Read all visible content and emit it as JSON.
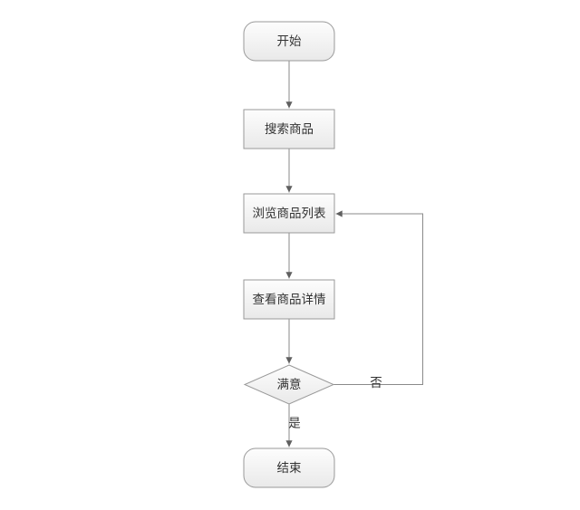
{
  "diagram": {
    "type": "flowchart",
    "background": "#ffffff",
    "colors": {
      "node_fill_top": "#fdfdfd",
      "node_fill_bottom": "#e9e9e9",
      "node_border": "#999999",
      "edge_line": "#8a8a8a",
      "arrowhead": "#5f5f5f",
      "text": "#333333"
    },
    "nodes": [
      {
        "id": "start",
        "shape": "rounded-rectangle",
        "label": "开始"
      },
      {
        "id": "search",
        "shape": "rectangle",
        "label": "搜索商品"
      },
      {
        "id": "browse",
        "shape": "rectangle",
        "label": "浏览商品列表"
      },
      {
        "id": "view-detail",
        "shape": "rectangle",
        "label": "查看商品详情"
      },
      {
        "id": "satisfied",
        "shape": "diamond",
        "label": "满意"
      },
      {
        "id": "end",
        "shape": "rounded-rectangle",
        "label": "结束"
      }
    ],
    "edges": [
      {
        "from": "start",
        "to": "search"
      },
      {
        "from": "search",
        "to": "browse"
      },
      {
        "from": "browse",
        "to": "view-detail"
      },
      {
        "from": "view-detail",
        "to": "satisfied"
      },
      {
        "from": "satisfied",
        "to": "end",
        "label": "是"
      },
      {
        "from": "satisfied",
        "to": "browse",
        "label": "否"
      }
    ]
  }
}
